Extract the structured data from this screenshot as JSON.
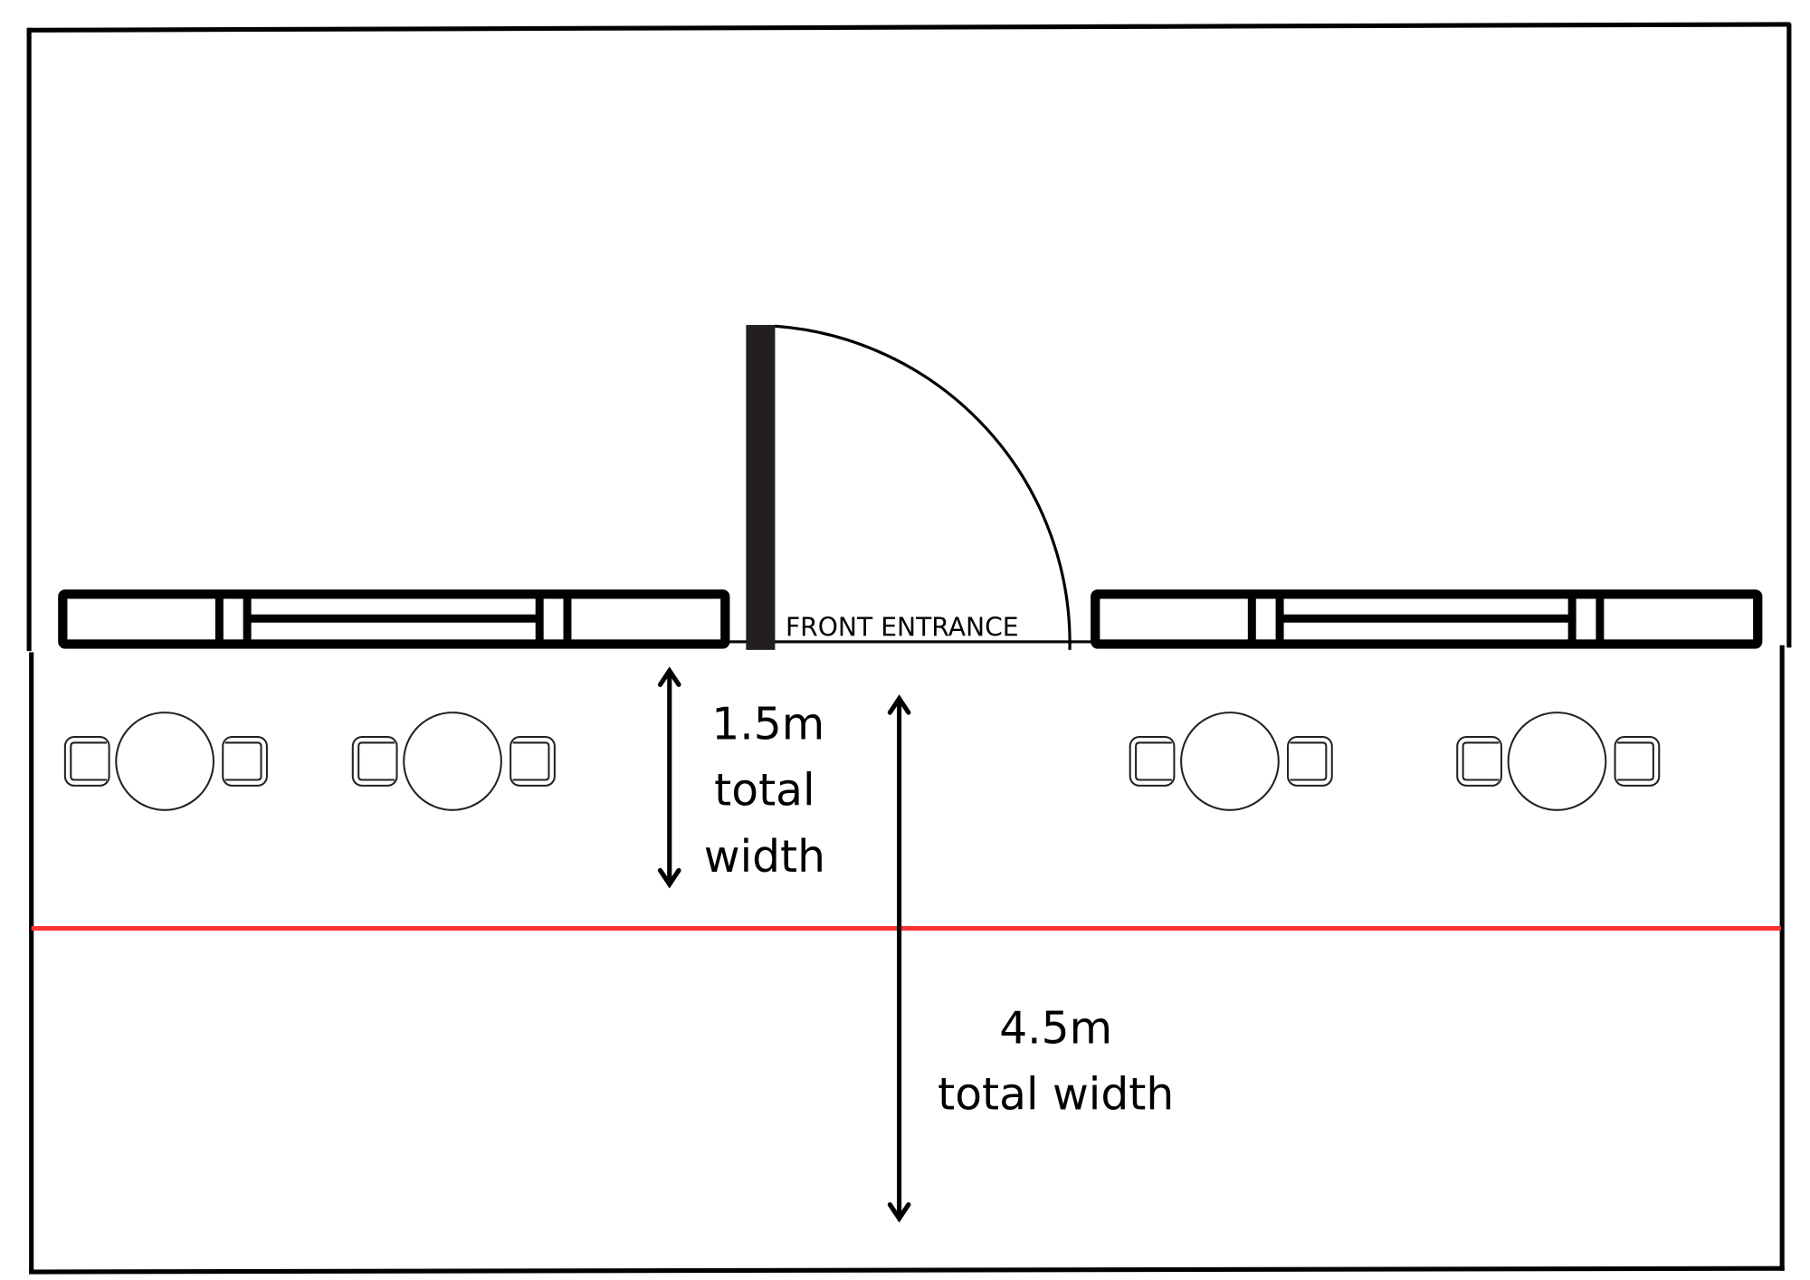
{
  "entrance_label": "FRONT ENTRANCE",
  "dimension_inner": {
    "line1": "1.5m",
    "line2": "total",
    "line3": "width",
    "value_m": 1.5
  },
  "dimension_outer": {
    "line1": "4.5m",
    "line2": "total width",
    "value_m": 4.5
  },
  "colors": {
    "wall": "#000000",
    "door": "#231f20",
    "boundary_line": "#ff3333"
  },
  "tables": [
    {
      "id": "table-1",
      "chairs": 2
    },
    {
      "id": "table-2",
      "chairs": 2
    },
    {
      "id": "table-3",
      "chairs": 2
    },
    {
      "id": "table-4",
      "chairs": 2
    }
  ]
}
